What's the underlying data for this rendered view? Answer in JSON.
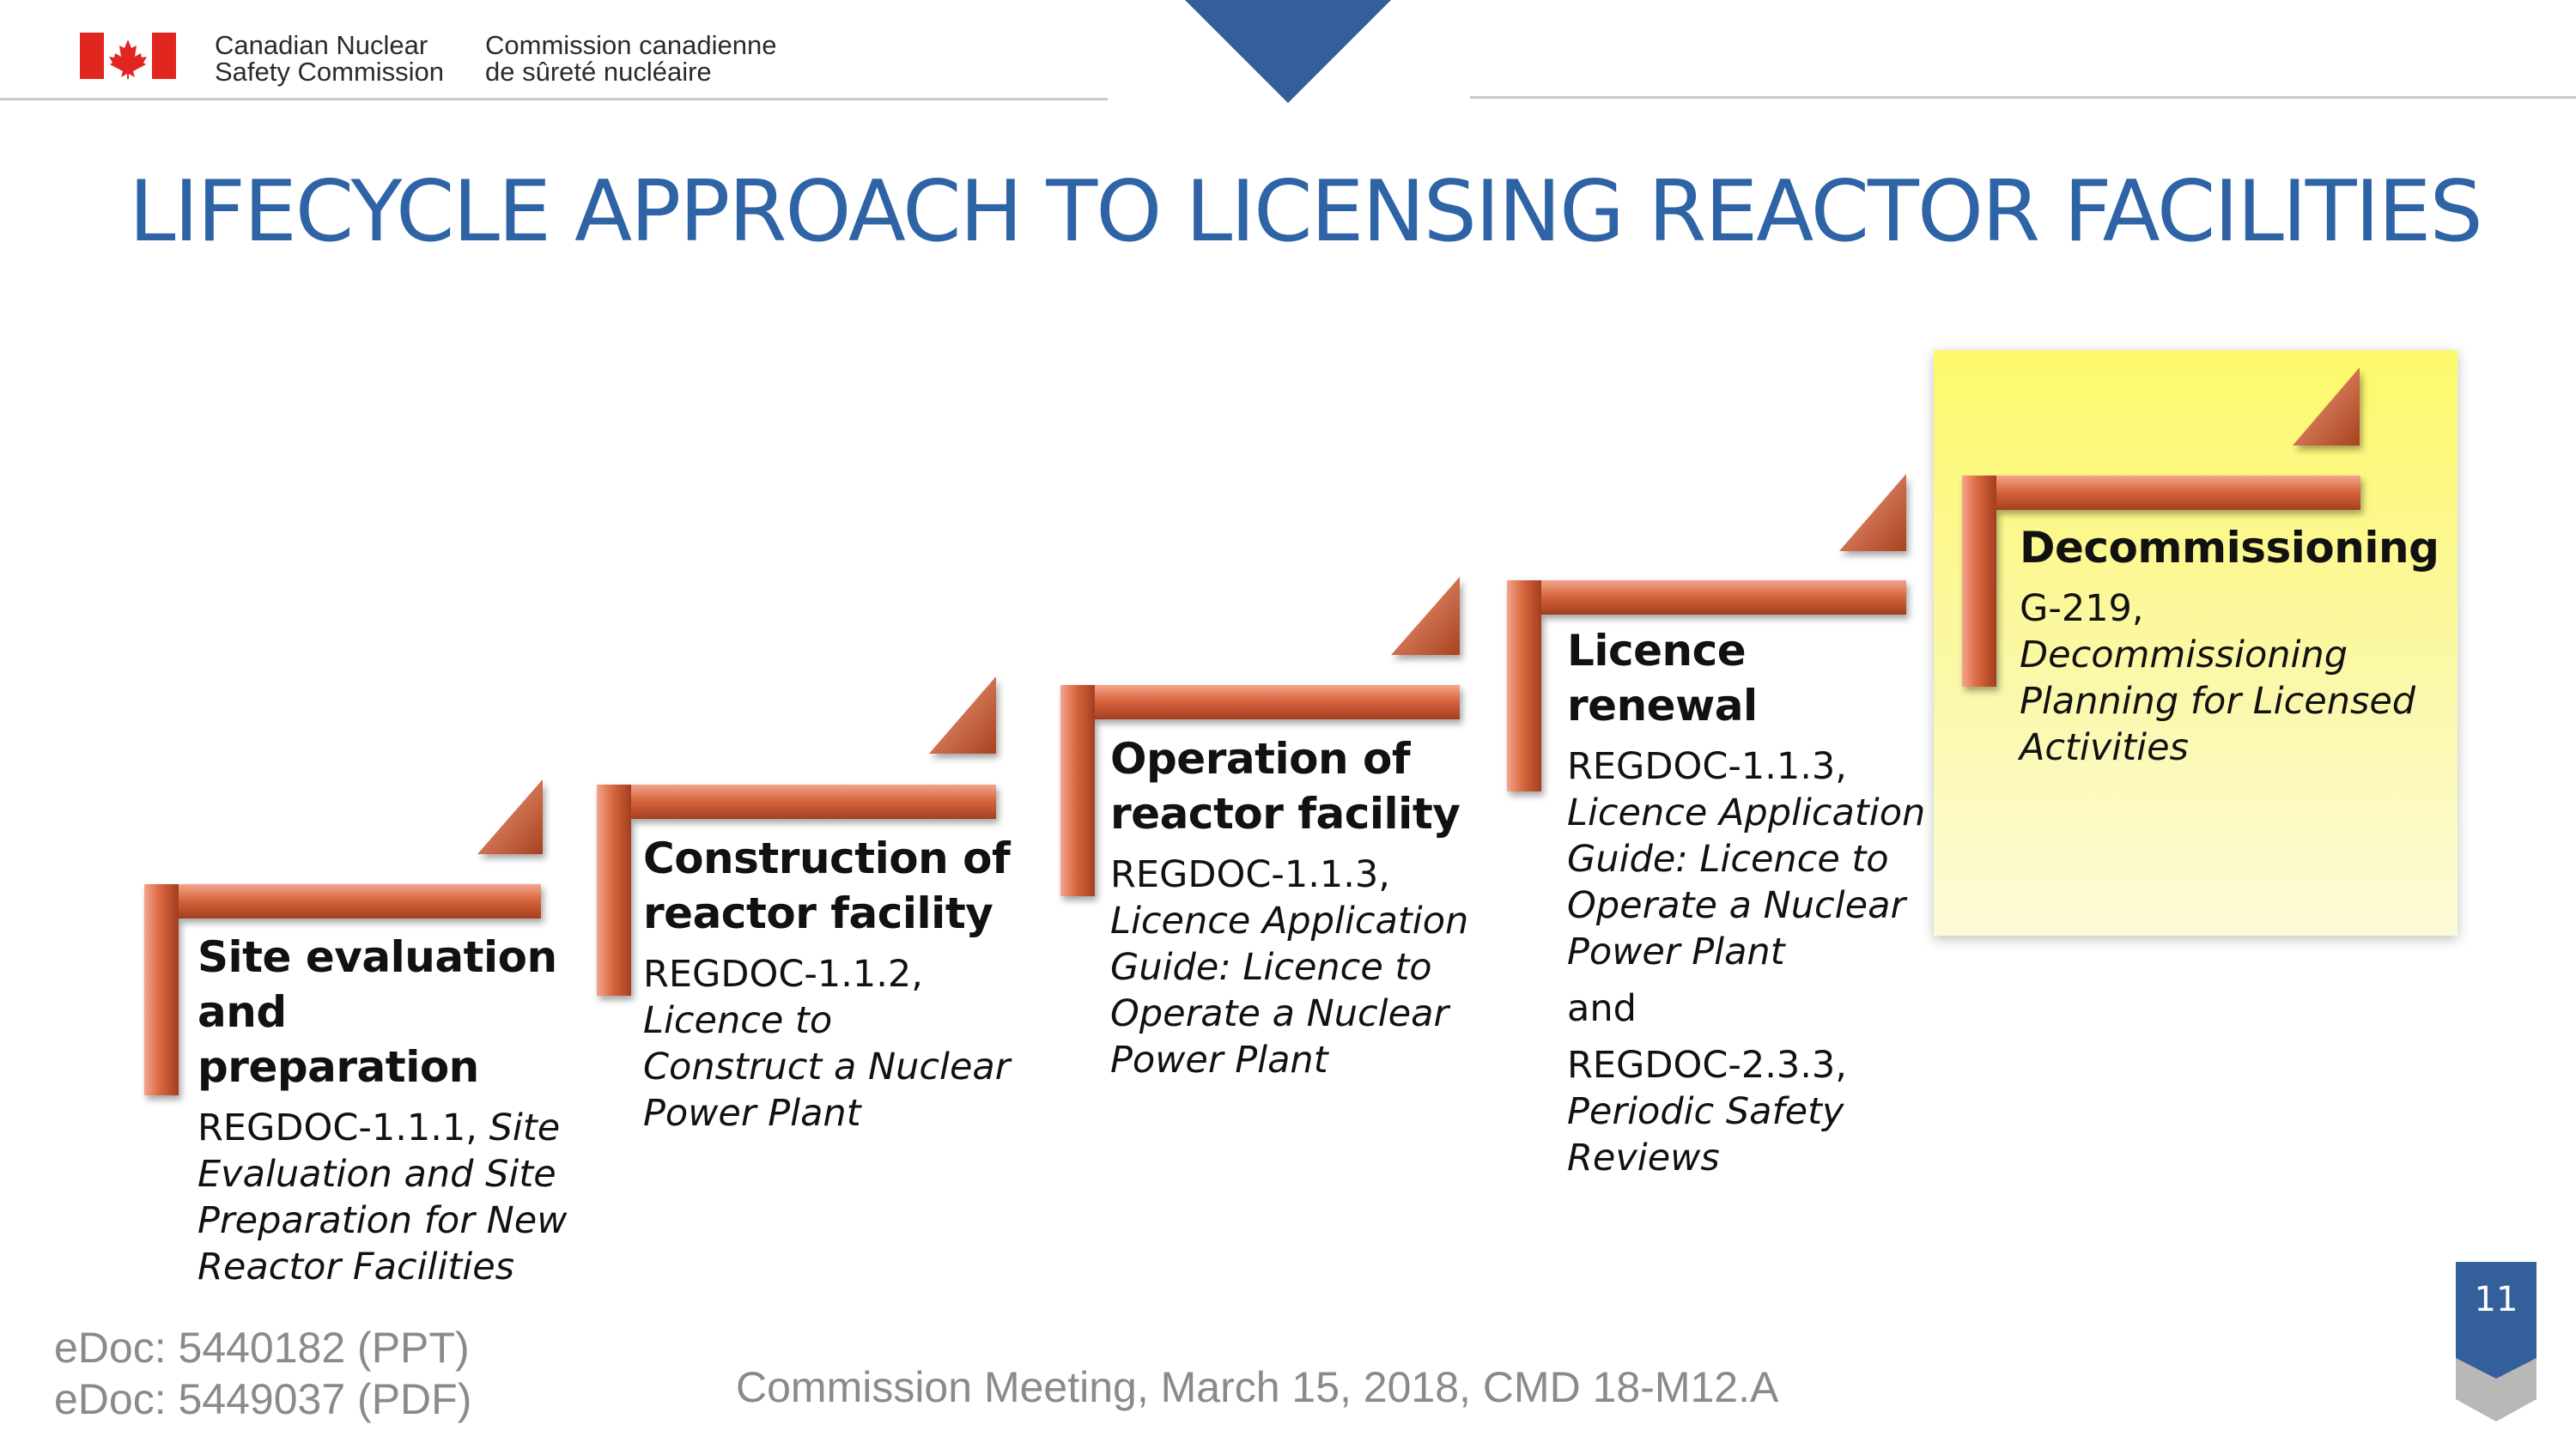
{
  "header": {
    "org_en_line1": "Canadian Nuclear",
    "org_en_line2": "Safety Commission",
    "org_fr_line1": "Commission canadienne",
    "org_fr_line2": "de sûreté nucléaire",
    "logo_icon": "canada-flag-icon",
    "accent": "#2e63a6"
  },
  "title": "LIFECYCLE APPROACH TO LICENSING REACTOR FACILITIES",
  "steps": [
    {
      "heading_line1": "Site evaluation",
      "heading_line2": "and preparation",
      "ref": "REGDOC-1.1.1, ",
      "doc_title": "Site Evaluation and Site Preparation for New Reactor Facilities"
    },
    {
      "heading_line1": "Construction of",
      "heading_line2": "reactor facility",
      "ref": "REGDOC-1.1.2,",
      "doc_title": "Licence to Construct a Nuclear Power Plant"
    },
    {
      "heading_line1": "Operation of",
      "heading_line2": "reactor facility",
      "ref": "REGDOC-1.1.3,",
      "doc_title": "Licence Application Guide: Licence to Operate a Nuclear Power Plant"
    },
    {
      "heading_line1": "Licence renewal",
      "ref": "REGDOC-1.1.3,",
      "doc_title": "Licence Application Guide: Licence to Operate a Nuclear Power Plant",
      "conj": "and",
      "ref2": "REGDOC-2.3.3,",
      "doc_title2": "Periodic Safety Reviews"
    },
    {
      "heading_line1": "Decommissioning",
      "ref": "G-219, ",
      "doc_title": "Decommissioning Planning for Licensed Activities"
    }
  ],
  "footer": {
    "edoc_ppt": "eDoc: 5440182 (PPT)",
    "edoc_pdf": "eDoc: 5449037 (PDF)",
    "meeting": "Commission Meeting, March 15, 2018, CMD 18-M12.A",
    "page_number": "11"
  }
}
